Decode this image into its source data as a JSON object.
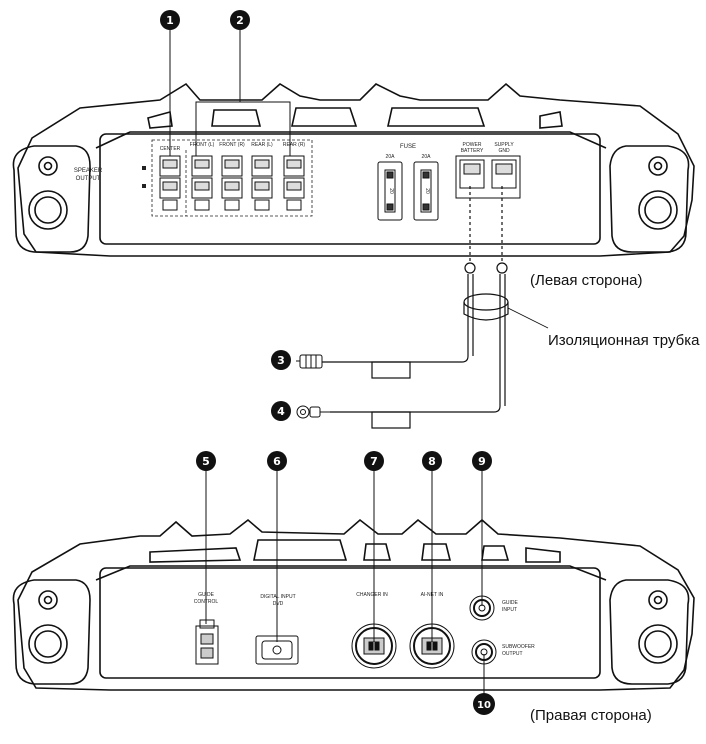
{
  "callouts": [
    "1",
    "2",
    "3",
    "4",
    "5",
    "6",
    "7",
    "8",
    "9",
    "10"
  ],
  "labels": {
    "left_side": "(Левая сторона)",
    "insulation_tube": "Изоляционная трубка",
    "right_side": "(Правая сторона)"
  },
  "top_panel": {
    "speaker_output": [
      "SPEAKER",
      "OUTPUT"
    ],
    "channels": [
      "CENTER",
      "FRONT (L)",
      "FRONT (R)",
      "REAR (L)",
      "REAR (R)"
    ],
    "fuse_title": "FUSE",
    "fuses": [
      "20A",
      "20A"
    ],
    "fuse_value": "20",
    "power": [
      "POWER",
      "BATTERY"
    ],
    "supply": [
      "SUPPLY",
      "GND"
    ]
  },
  "bottom_panel": {
    "guide_control": [
      "GUIDE",
      "CONTROL"
    ],
    "digital_input": [
      "DIGITAL INPUT",
      "DVD"
    ],
    "changer_in": "CHANGER IN",
    "ai_net_in": "AI-NET IN",
    "guide_input": [
      "GUIDE",
      "INPUT"
    ],
    "subwoofer_output": [
      "SUBWOOFER",
      "OUTPUT"
    ]
  }
}
